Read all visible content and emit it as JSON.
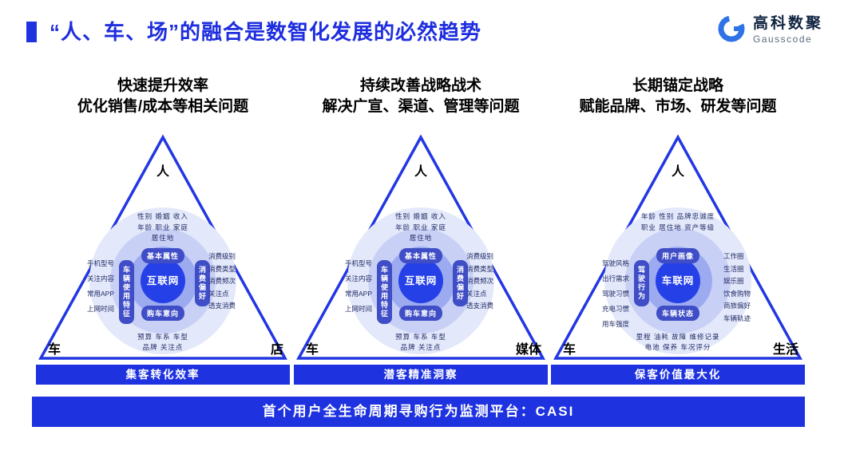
{
  "page_title": "“人、车、场”的融合是数智化发展的必然趋势",
  "logo": {
    "name": "高科数聚",
    "subtitle": "Gausscode"
  },
  "colors": {
    "accent": "#1E32E0",
    "ring_outer": "#E3E8FA",
    "ring_mid": "#C8D0F6",
    "ring_inner": "#9CAAF0",
    "pill": "#3F4DC6"
  },
  "columns": [
    {
      "heading_line1": "快速提升效率",
      "heading_line2": "优化销售/成本等相关问题",
      "vertex_top": "人",
      "vertex_left": "车",
      "vertex_right": "店",
      "center": "互联网",
      "ring_top": "基本属性",
      "ring_bottom": "购车意向",
      "ring_left": "车辆使用特征",
      "ring_right": "消费偏好",
      "cluster_top": "性别 婚姻 收入\n年龄 职业 家庭\n居住地",
      "cluster_left": "手机型号\n关注内容\n常用APP\n上网时间",
      "cluster_right": "消费级别\n消费类型\n消费频次\n关注点\n透支消费",
      "cluster_bottom": "预算 车系 车型\n品牌 关注点",
      "banner": "集客转化效率"
    },
    {
      "heading_line1": "持续改善战略战术",
      "heading_line2": "解决广宣、渠道、管理等问题",
      "vertex_top": "人",
      "vertex_left": "车",
      "vertex_right": "媒体",
      "center": "互联网",
      "ring_top": "基本属性",
      "ring_bottom": "购车意向",
      "ring_left": "车辆使用特征",
      "ring_right": "消费偏好",
      "cluster_top": "性别 婚姻 收入\n年龄 职业 家庭\n居住地",
      "cluster_left": "手机型号\n关注内容\n常用APP\n上网时间",
      "cluster_right": "消费级别\n消费类型\n消费频次\n关注点\n透支消费",
      "cluster_bottom": "预算 车系 车型\n品牌 关注点",
      "banner": "潜客精准洞察"
    },
    {
      "heading_line1": "长期锚定战略",
      "heading_line2": "赋能品牌、市场、研发等问题",
      "vertex_top": "人",
      "vertex_left": "车",
      "vertex_right": "生活",
      "center": "车联网",
      "ring_top": "用户画像",
      "ring_bottom": "车辆状态",
      "ring_left": "驾驶行为",
      "ring_right": "",
      "cluster_top": "年龄 性别 品牌忠诚度\n职业 居住地 资产等级",
      "cluster_left": "驾驶风格\n出行需求\n驾驶习惯\n充电习惯\n用车强度",
      "cluster_right": "工作圈\n生活圈\n娱乐圈\n饮食购物\n商旅偏好\n车辆轨迹",
      "cluster_bottom": "里程 油耗 故障 维修记录\n电池 保养 车况评分",
      "banner": "保客价值最大化"
    }
  ],
  "footer_banner": "首个用户全生命周期寻购行为监测平台：CASI"
}
